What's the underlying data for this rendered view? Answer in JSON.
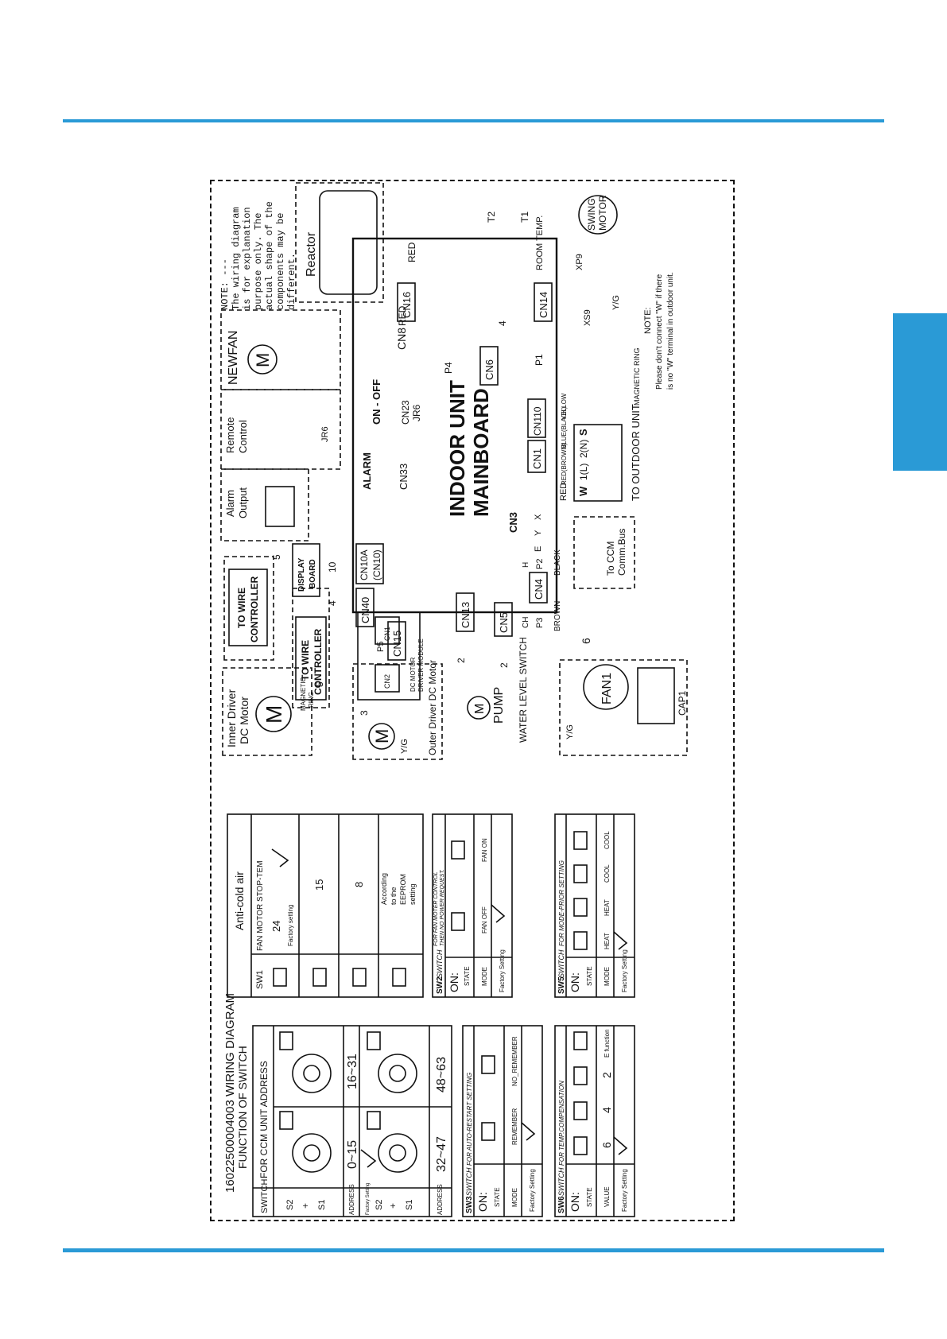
{
  "colors": {
    "accent": "#2a9ad6",
    "ink": "#111111"
  },
  "note": {
    "heading": "NOTE: ---",
    "lines": [
      "The wiring diagram",
      "is for explanation",
      "purpose only. The",
      "actual shape of the",
      "components may be",
      "different."
    ]
  },
  "reactor": {
    "label": "Reactor",
    "wire_a": "RED",
    "wire_b": "RED"
  },
  "mainboard": {
    "line1": "INDOOR UNIT",
    "line2": "MAINBOARD"
  },
  "connectors": {
    "cn16": "CN16",
    "cn6": "CN6",
    "cn14": "CN14",
    "p4": "P4",
    "p1": "P1",
    "cn8": "CN8",
    "cn23": "CN23",
    "jr6": "JR6",
    "jr6b": "JR6",
    "onoff": "ON - OFF",
    "cn33": "CN33",
    "alarm": "ALARM",
    "cn3": "CN3",
    "e": "E",
    "y": "Y",
    "x": "X",
    "cn110": "CN110",
    "cn1": "CN1",
    "cn10a": "CN10A",
    "cn10": "(CN10)",
    "cn40": "CN40",
    "cn15": "CN15",
    "p5": "P5",
    "cn13": "CN13",
    "cn5": "CN5",
    "cn4": "CN4",
    "p2": "P2",
    "p3": "P3",
    "h": "H",
    "ch": "CH",
    "brown": "BROWN",
    "black": "BLACK"
  },
  "wire_counts": {
    "n4a": "4",
    "n4b": "4",
    "n10": "10",
    "n5a": "5",
    "n5b": "5",
    "n2a": "2",
    "n2b": "2",
    "n3": "3",
    "n6": "6"
  },
  "components": {
    "newfan": "NEWFAN",
    "remote": [
      "Remote",
      "Control"
    ],
    "alarm_out": [
      "Alarm",
      "Output"
    ],
    "display": [
      "DISPLAY",
      "BOARD"
    ],
    "wire_ctrl": [
      "TO WIRE",
      "CONTROLLER"
    ],
    "inner_driver": [
      "Inner Driver",
      "DC Motor"
    ],
    "mag_ring": [
      "MAGNETIC",
      "RING"
    ],
    "dc_module": [
      "DC MOTOR",
      "DRIVER MODULE"
    ],
    "cn1_mod": "CN1",
    "cn2_mod": "CN2",
    "outer_driver": "Outer Driver DC Motor",
    "yg": "Y/G",
    "pump": "PUMP",
    "water_switch": "WATER LEVEL SWITCH",
    "fan1": "FAN1",
    "cap1": "CAP1",
    "t1": "T1",
    "t2": "T2",
    "room_temp": "ROOM TEMP.",
    "swing": [
      "SWING",
      "MOTOR"
    ],
    "xp9": "XP9",
    "xs9": "XS9",
    "outdoor_note": [
      "NOTE:",
      "Please don't connect \"W\" if there",
      "is no \"W\" terminal in outdoor unit."
    ],
    "mag_ring2": "MAGNETIC RING",
    "ccm": [
      "To CCM",
      "Comm.Bus"
    ],
    "terminals": [
      "W",
      "1(L)",
      "2(N)",
      "S"
    ],
    "wire_colors": [
      "RED(BROWN)",
      "BLUE(BLACK)",
      "YELLOW"
    ],
    "red": "RED",
    "to_outdoor": "TO OUTDOOR UNIT"
  },
  "doc": {
    "code": "16022500004003 WIRING DIAGRAM",
    "func": "FUNCTION OF SWITCH"
  },
  "ccm_table": {
    "col_switch": "SWITCH",
    "col_title": "FOR CCM UNIT ADDRESS",
    "s2": "S2",
    "plus": "+",
    "s1": "S1",
    "address": "ADDRESS",
    "factory": "Factory Setting",
    "ranges": [
      "0~15",
      "16~31",
      "32~47",
      "48~63"
    ]
  },
  "anticold": {
    "title": "Anti-cold air",
    "sw1": "SW1",
    "header": "FAN MOTOR STOP-TEM",
    "values": [
      "24",
      "15",
      "8"
    ],
    "factory": "Factory setting",
    "eeprom": [
      "According",
      "to the",
      "EEPROM",
      "setting"
    ]
  },
  "sw2": {
    "name": "SW2",
    "switch": "SWITCH",
    "title": [
      "FOR FAN MOTER CONTROL",
      "THEN NO POWER REQUEST."
    ],
    "on": "ON:",
    "state": "STATE",
    "mode": "MODE",
    "factory": "Factory Setting",
    "modes": [
      "FAN OFF",
      "FAN ON"
    ]
  },
  "sw3": {
    "name": "SW3",
    "switch": "SWITCH",
    "title": "FOR AUTO-RESTART SETTING",
    "on": "ON:",
    "state": "STATE",
    "mode": "MODE",
    "factory": "Factory Setting",
    "modes": [
      "REMEMBER",
      "NO_REMEMBER"
    ]
  },
  "sw5": {
    "name": "SW5",
    "switch": "SWITCH",
    "title": "FOR MODE-PRIOR SETTING",
    "on": "ON:",
    "state": "STATE",
    "mode": "MODE",
    "factory": "Factory Setting",
    "modes": [
      "HEAT",
      "HEAT",
      "COOL",
      "COOL"
    ]
  },
  "sw6": {
    "name": "SW6",
    "switch": "SWITCH",
    "title": "FOR TEMP.COMPENSATION",
    "on": "ON:",
    "state": "STATE",
    "value": "VALUE",
    "factory": "Factory Setting",
    "values": [
      "6",
      "4",
      "2",
      "E function"
    ]
  },
  "on_lbl": "ON"
}
